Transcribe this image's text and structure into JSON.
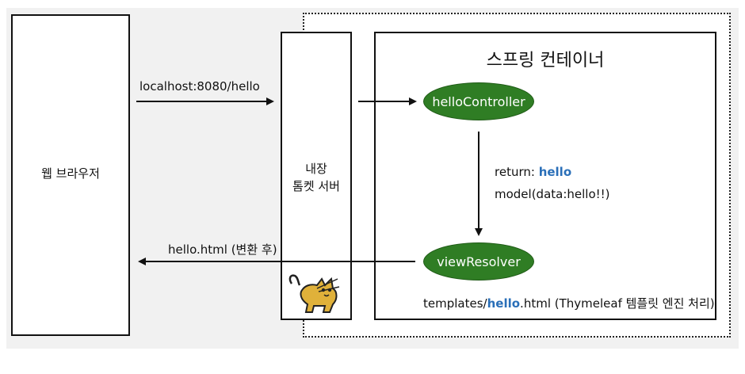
{
  "browser": {
    "label": "웹 브라우저"
  },
  "server": {
    "line1": "내장",
    "line2": "톰켓 서버",
    "logo": "tomcat-icon"
  },
  "container": {
    "title": "스프링 컨테이너",
    "controller": "helloController",
    "view_resolver": "viewResolver"
  },
  "request": {
    "url": "localhost:8080/hello"
  },
  "response": {
    "label": "hello.html (변환 후)"
  },
  "controller_return": {
    "prefix": "return: ",
    "value": "hello",
    "model": "model(data:hello!!)"
  },
  "template": {
    "prefix": "templates/",
    "name": "hello",
    "suffix": ".html (Thymeleaf 템플릿 엔진 처리)"
  },
  "colors": {
    "node_fill": "#2f7d24",
    "highlight": "#2a6fb8"
  }
}
